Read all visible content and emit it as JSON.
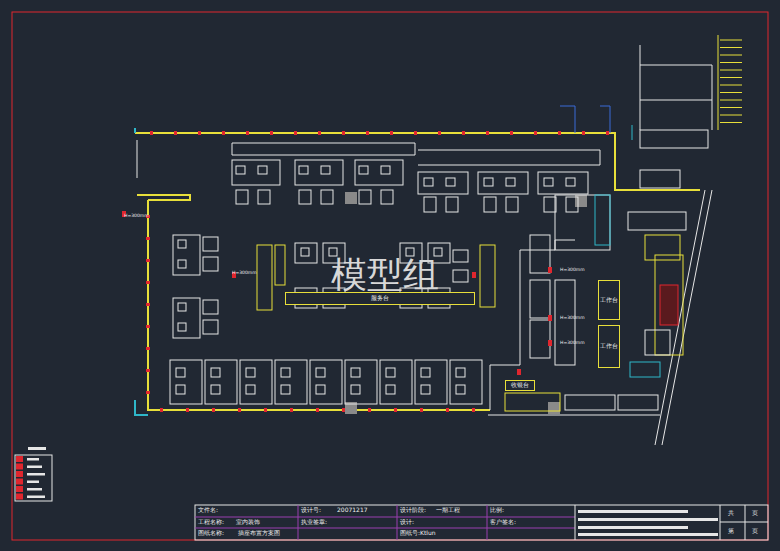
{
  "diagram": {
    "nodes": [
      {
        "text": [
          "工作台"
        ]
      },
      {
        "text": [
          "工作台"
        ]
      },
      {
        "text": [
          "服务台"
        ]
      },
      {
        "text": [
          "收银台"
        ]
      }
    ],
    "labels": [
      "模型组",
      "H=300mm",
      "H=300mm",
      "H=300mm",
      "H=300mm",
      "H=300mm",
      "文件名:",
      "工程名称:",
      "室内装饰",
      "图纸名称:",
      "插座布置方案图",
      "设计号:",
      "20071217",
      "执业签章:",
      "设计阶段:",
      "一期工程",
      "设计:",
      "图纸号:Ktlun",
      "比例:",
      "客户签名:",
      "共",
      "页",
      "第",
      "页"
    ]
  }
}
